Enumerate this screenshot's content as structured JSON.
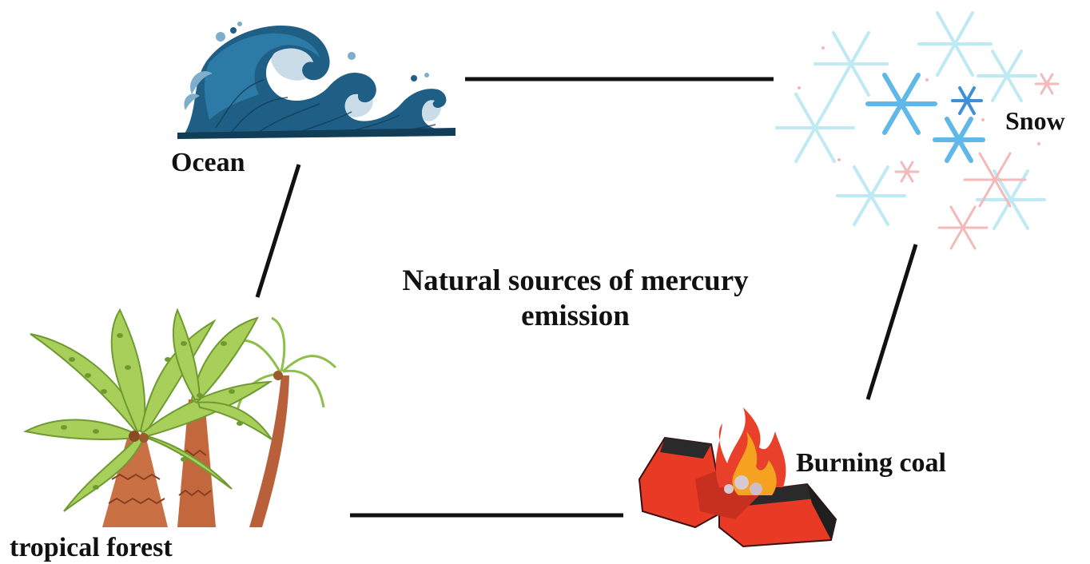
{
  "diagram": {
    "center": {
      "line1": "Natural sources of mercury",
      "line2": "emission"
    },
    "nodes": {
      "ocean": {
        "label": "Ocean",
        "icon": "ocean-wave-icon"
      },
      "snow": {
        "label": "Snow",
        "icon": "snowflakes-icon"
      },
      "forest": {
        "label": "tropical forest",
        "icon": "palm-trees-icon"
      },
      "coal": {
        "label": "Burning coal",
        "icon": "burning-coal-icon"
      }
    },
    "colors": {
      "connector": "#111111",
      "wave_dark": "#1f5f86",
      "wave_light": "#c9dce8",
      "snow_blue": "#5fb8e8",
      "snow_pale": "#bfe9f3",
      "snow_pink": "#f4b9b9",
      "palm_leaf": "#a7cf5a",
      "palm_trunk": "#b8603a",
      "coal_red": "#e83a24",
      "flame_orange": "#f4a21f"
    }
  }
}
